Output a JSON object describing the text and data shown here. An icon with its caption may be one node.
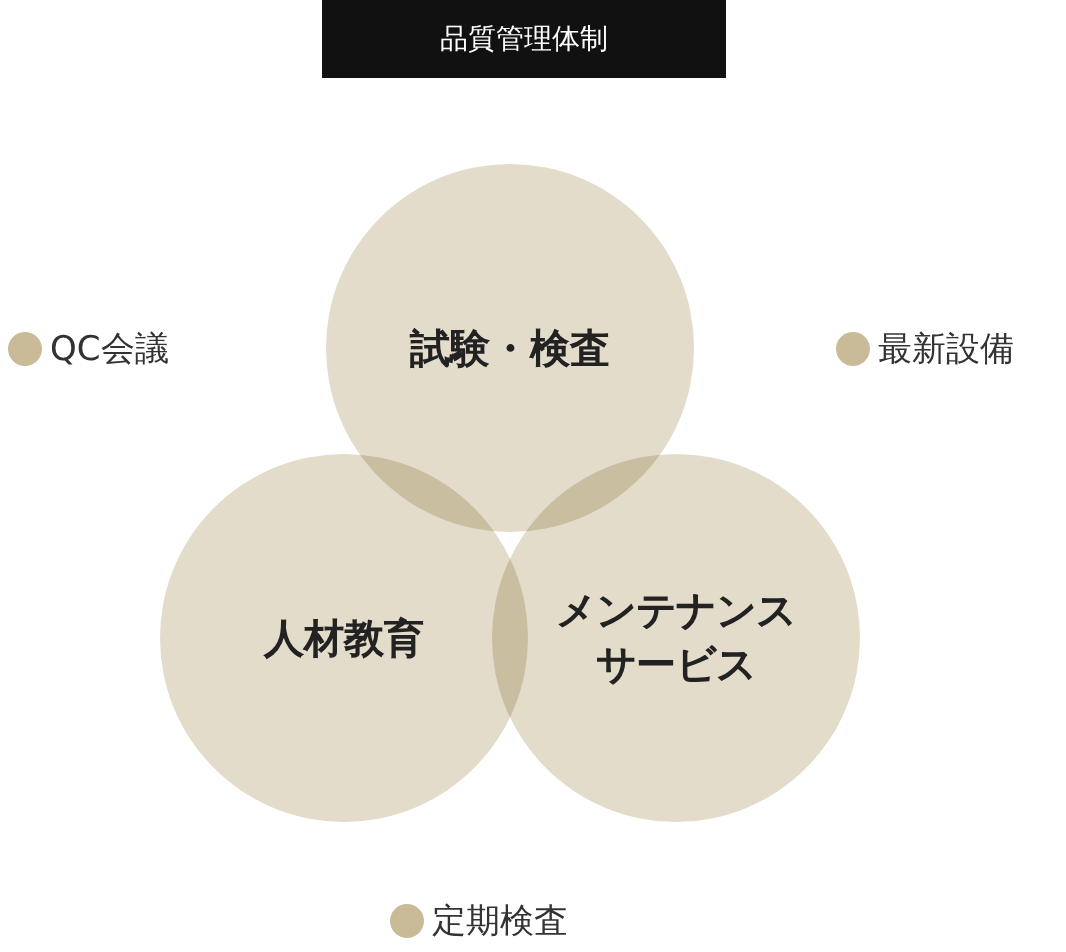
{
  "diagram": {
    "title": "品質管理体制",
    "nodes": [
      {
        "text": [
          "試験・検査"
        ]
      },
      {
        "text": [
          "人材教育"
        ]
      },
      {
        "text": [
          "メンテナンスサービス"
        ]
      }
    ],
    "labels": [
      "QC会議",
      "最新設備",
      "定期検査"
    ]
  }
}
